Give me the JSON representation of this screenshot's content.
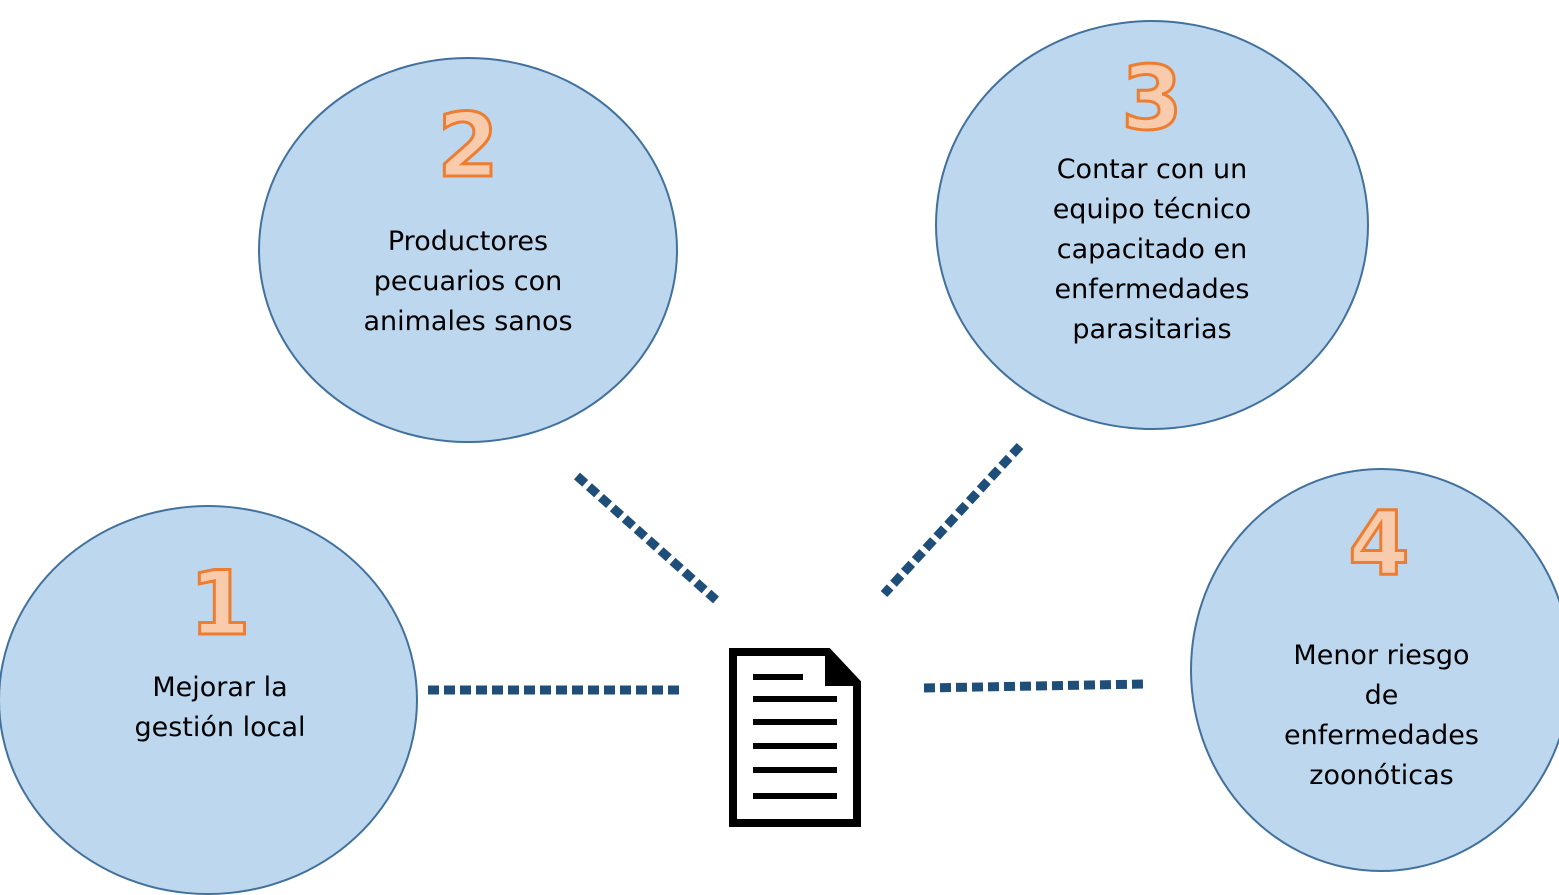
{
  "nodes": [
    {
      "number": "1",
      "text": "Mejorar la gestión local"
    },
    {
      "number": "2",
      "text": "Productores pecuarios con animales sanos"
    },
    {
      "number": "3",
      "text": "Contar con un equipo técnico capacitado en enfermedades parasitarias"
    },
    {
      "number": "4",
      "text": "Menor riesgo de enfermedades zoonóticas"
    }
  ],
  "center_icon": "document-icon",
  "colors": {
    "ellipse_fill": "#bdd7ee",
    "ellipse_border": "#41719c",
    "number_fill": "#f8cbad",
    "number_outline": "#ed7d31",
    "connector": "#1f4e79"
  }
}
